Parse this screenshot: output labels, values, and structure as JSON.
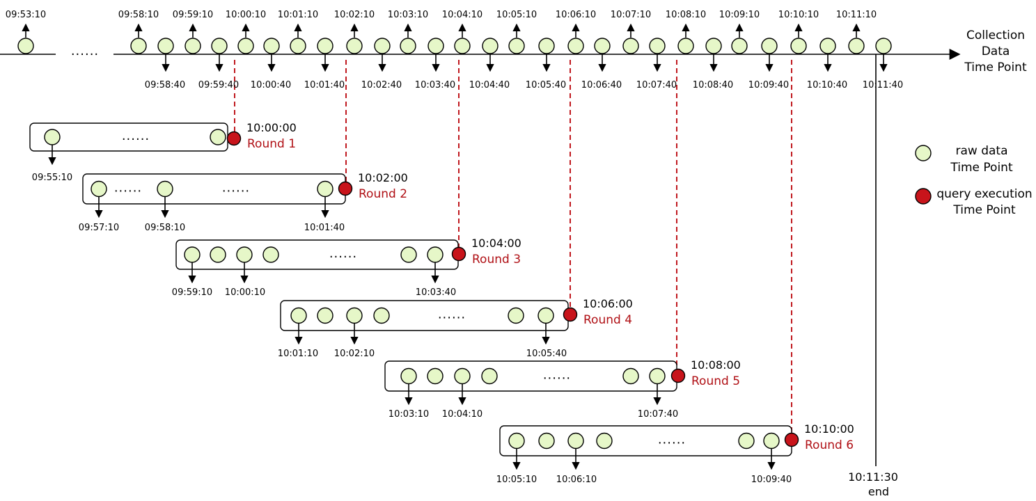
{
  "timeline": {
    "axis_label": [
      "Collection",
      "Data",
      "Time Point"
    ],
    "left_label": "09:53:10",
    "ellipsis": "......",
    "above_labels": [
      "09:58:10",
      "09:59:10",
      "10:00:10",
      "10:01:10",
      "10:02:10",
      "10:03:10",
      "10:04:10",
      "10:05:10",
      "10:06:10",
      "10:07:10",
      "10:08:10",
      "10:09:10",
      "10:10:10",
      "10:11:10"
    ],
    "below_labels": [
      "09:58:40",
      "09:59:40",
      "10:00:40",
      "10:01:40",
      "10:02:40",
      "10:03:40",
      "10:04:40",
      "10:05:40",
      "10:06:40",
      "10:07:40",
      "10:08:40",
      "10:09:40",
      "10:10:40",
      "10:11:40"
    ]
  },
  "rounds": [
    {
      "time": "10:00:00",
      "label": "Round 1",
      "ellipsis": "......",
      "bottom_labels": [
        "09:55:10"
      ]
    },
    {
      "time": "10:02:00",
      "label": "Round 2",
      "ellipsis": "......",
      "bottom_labels": [
        "09:57:10",
        "09:58:10",
        "10:01:40"
      ]
    },
    {
      "time": "10:04:00",
      "label": "Round 3",
      "ellipsis": "......",
      "bottom_labels": [
        "09:59:10",
        "10:00:10",
        "10:03:40"
      ]
    },
    {
      "time": "10:06:00",
      "label": "Round 4",
      "ellipsis": "......",
      "bottom_labels": [
        "10:01:10",
        "10:02:10",
        "10:05:40"
      ]
    },
    {
      "time": "10:08:00",
      "label": "Round 5",
      "ellipsis": "......",
      "bottom_labels": [
        "10:03:10",
        "10:04:10",
        "10:07:40"
      ]
    },
    {
      "time": "10:10:00",
      "label": "Round 6",
      "ellipsis": "......",
      "bottom_labels": [
        "10:05:10",
        "10:06:10",
        "10:09:40"
      ]
    }
  ],
  "end_marker": {
    "time": "10:11:30",
    "label": "end"
  },
  "legend": {
    "raw": [
      "raw data",
      "Time Point"
    ],
    "query": [
      "query execution",
      "Time Point"
    ]
  },
  "colors": {
    "raw_fill": "#e6f7c8",
    "query_fill": "#c8141b",
    "round_text": "#b01015",
    "dash": "#c0181e"
  }
}
